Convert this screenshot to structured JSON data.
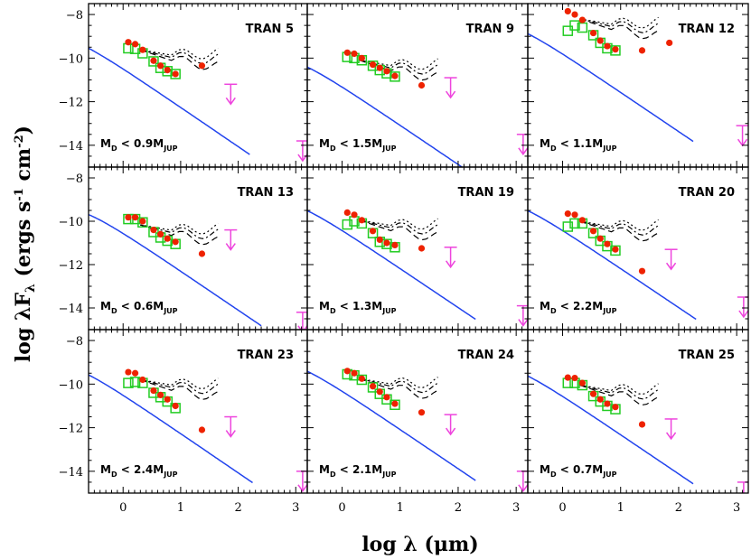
{
  "figure": {
    "xlabel": "log λ (μm)",
    "ylabel": "log λF",
    "ylabel_sub": "λ",
    "ylabel_units": "(ergs s",
    "ylabel_exp1": "-1",
    "ylabel_units2": "cm",
    "ylabel_exp2": "-2",
    "ylabel_close": ")"
  },
  "chart_data": {
    "type": "scatter",
    "layout": "3x3 grid",
    "xlim": [
      -0.6,
      3.2
    ],
    "ylim": [
      -15.0,
      -7.5
    ],
    "xticks": [
      0,
      1,
      2,
      3
    ],
    "xtick_labels": [
      "0",
      "1",
      "2",
      "3"
    ],
    "yticks": [
      -8,
      -10,
      -12,
      -14
    ],
    "ytick_labels": [
      "−8",
      "−10",
      "−12",
      "−14"
    ],
    "colors": {
      "photometry": "#ee2200",
      "observed_squares": "#22cc22",
      "photosphere_model": "#2244ee",
      "upper_limits": "#ee44dd",
      "disk_models": "#000000"
    },
    "panels": [
      {
        "title": "TRAN 5",
        "mass_prefix": "M",
        "mass_sub": "D",
        "mass_text": " < 0.9M",
        "mass_unit_sub": "JUP",
        "col": 0,
        "row": 0,
        "x_offset": -0.4,
        "y_offset": 0.0,
        "points": [
          [
            0.09,
            -9.27
          ],
          [
            0.21,
            -9.36
          ],
          [
            0.34,
            -9.62
          ],
          [
            0.53,
            -10.12
          ],
          [
            0.65,
            -10.35
          ],
          [
            0.77,
            -10.55
          ],
          [
            0.91,
            -10.73
          ],
          [
            1.37,
            -10.35
          ]
        ],
        "squares": [
          [
            0.09,
            -9.55
          ],
          [
            0.21,
            -9.58
          ],
          [
            0.34,
            -9.78
          ],
          [
            0.53,
            -10.15
          ],
          [
            0.65,
            -10.45
          ],
          [
            0.77,
            -10.6
          ],
          [
            0.91,
            -10.73
          ]
        ],
        "limits": [
          [
            1.87,
            -11.2
          ],
          [
            3.12,
            -13.8
          ]
        ]
      },
      {
        "title": "TRAN 9",
        "mass_prefix": "M",
        "mass_sub": "D",
        "mass_text": " < 1.5M",
        "mass_unit_sub": "JUP",
        "col": 1,
        "row": 0,
        "x_offset": -0.3,
        "y_offset": -1.0,
        "points": [
          [
            0.09,
            -9.75
          ],
          [
            0.21,
            -9.8
          ],
          [
            0.34,
            -10.0
          ],
          [
            0.53,
            -10.3
          ],
          [
            0.65,
            -10.45
          ],
          [
            0.77,
            -10.6
          ],
          [
            0.91,
            -10.82
          ],
          [
            1.37,
            -11.25
          ]
        ],
        "squares": [
          [
            0.09,
            -9.95
          ],
          [
            0.21,
            -10.0
          ],
          [
            0.34,
            -10.1
          ],
          [
            0.53,
            -10.35
          ],
          [
            0.65,
            -10.55
          ],
          [
            0.77,
            -10.7
          ],
          [
            0.91,
            -10.85
          ]
        ],
        "limits": [
          [
            1.87,
            -10.9
          ],
          [
            3.12,
            -13.5
          ]
        ]
      },
      {
        "title": "TRAN 12",
        "mass_prefix": "M",
        "mass_sub": "D",
        "mass_text": " < 1.1M",
        "mass_unit_sub": "JUP",
        "col": 2,
        "row": 0,
        "x_offset": -0.35,
        "y_offset": 0.6,
        "points": [
          [
            0.09,
            -7.85
          ],
          [
            0.21,
            -8.0
          ],
          [
            0.34,
            -8.25
          ],
          [
            0.53,
            -8.85
          ],
          [
            0.65,
            -9.2
          ],
          [
            0.77,
            -9.45
          ],
          [
            0.91,
            -9.6
          ],
          [
            1.37,
            -9.65
          ],
          [
            1.84,
            -9.3
          ]
        ],
        "squares": [
          [
            0.09,
            -8.75
          ],
          [
            0.21,
            -8.5
          ],
          [
            0.34,
            -8.6
          ],
          [
            0.53,
            -8.95
          ],
          [
            0.65,
            -9.3
          ],
          [
            0.77,
            -9.55
          ],
          [
            0.91,
            -9.65
          ]
        ],
        "limits": [
          [
            3.1,
            -13.1
          ]
        ]
      },
      {
        "title": "TRAN 13",
        "mass_prefix": "M",
        "mass_sub": "D",
        "mass_text": " < 0.6M",
        "mass_unit_sub": "JUP",
        "col": 0,
        "row": 1,
        "x_offset": -0.2,
        "y_offset": -0.4,
        "points": [
          [
            0.09,
            -9.82
          ],
          [
            0.21,
            -9.82
          ],
          [
            0.34,
            -10.0
          ],
          [
            0.53,
            -10.4
          ],
          [
            0.65,
            -10.6
          ],
          [
            0.77,
            -10.8
          ],
          [
            0.91,
            -10.95
          ],
          [
            1.37,
            -11.5
          ]
        ],
        "squares": [
          [
            0.09,
            -9.9
          ],
          [
            0.21,
            -9.9
          ],
          [
            0.34,
            -10.05
          ],
          [
            0.53,
            -10.5
          ],
          [
            0.65,
            -10.75
          ],
          [
            0.77,
            -10.9
          ],
          [
            0.91,
            -11.05
          ]
        ],
        "limits": [
          [
            1.87,
            -10.4
          ],
          [
            3.12,
            -14.2
          ]
        ]
      },
      {
        "title": "TRAN 19",
        "mass_prefix": "M",
        "mass_sub": "D",
        "mass_text": " < 1.3M",
        "mass_unit_sub": "JUP",
        "col": 1,
        "row": 1,
        "x_offset": -0.3,
        "y_offset": -0.1,
        "points": [
          [
            0.09,
            -9.6
          ],
          [
            0.21,
            -9.7
          ],
          [
            0.34,
            -9.95
          ],
          [
            0.53,
            -10.45
          ],
          [
            0.65,
            -10.85
          ],
          [
            0.77,
            -11.0
          ],
          [
            0.91,
            -11.1
          ],
          [
            1.37,
            -11.25
          ]
        ],
        "squares": [
          [
            0.09,
            -10.15
          ],
          [
            0.21,
            -10.0
          ],
          [
            0.34,
            -10.1
          ],
          [
            0.53,
            -10.55
          ],
          [
            0.65,
            -10.95
          ],
          [
            0.77,
            -11.05
          ],
          [
            0.91,
            -11.2
          ]
        ],
        "limits": [
          [
            1.87,
            -11.2
          ],
          [
            3.12,
            -13.9
          ]
        ]
      },
      {
        "title": "TRAN 20",
        "mass_prefix": "M",
        "mass_sub": "D",
        "mass_text": " < 2.2M",
        "mass_unit_sub": "JUP",
        "col": 2,
        "row": 1,
        "x_offset": -0.3,
        "y_offset": -0.1,
        "points": [
          [
            0.09,
            -9.65
          ],
          [
            0.21,
            -9.7
          ],
          [
            0.34,
            -9.95
          ],
          [
            0.53,
            -10.45
          ],
          [
            0.65,
            -10.8
          ],
          [
            0.77,
            -11.05
          ],
          [
            0.91,
            -11.3
          ],
          [
            1.37,
            -12.3
          ]
        ],
        "squares": [
          [
            0.09,
            -10.25
          ],
          [
            0.21,
            -10.1
          ],
          [
            0.34,
            -10.1
          ],
          [
            0.53,
            -10.55
          ],
          [
            0.65,
            -10.9
          ],
          [
            0.77,
            -11.15
          ],
          [
            0.91,
            -11.35
          ]
        ],
        "limits": [
          [
            1.87,
            -11.3
          ],
          [
            3.12,
            -13.5
          ]
        ]
      },
      {
        "title": "TRAN 23",
        "mass_prefix": "M",
        "mass_sub": "D",
        "mass_text": " < 2.4M",
        "mass_unit_sub": "JUP",
        "col": 0,
        "row": 2,
        "x_offset": -0.35,
        "y_offset": -0.1,
        "points": [
          [
            0.09,
            -9.45
          ],
          [
            0.21,
            -9.5
          ],
          [
            0.34,
            -9.8
          ],
          [
            0.53,
            -10.3
          ],
          [
            0.65,
            -10.5
          ],
          [
            0.77,
            -10.7
          ],
          [
            0.91,
            -11.0
          ],
          [
            1.37,
            -12.1
          ]
        ],
        "squares": [
          [
            0.09,
            -9.95
          ],
          [
            0.21,
            -9.9
          ],
          [
            0.34,
            -9.95
          ],
          [
            0.53,
            -10.4
          ],
          [
            0.65,
            -10.6
          ],
          [
            0.77,
            -10.8
          ],
          [
            0.91,
            -11.1
          ]
        ],
        "limits": [
          [
            1.87,
            -11.5
          ],
          [
            3.12,
            -14.0
          ]
        ]
      },
      {
        "title": "TRAN 24",
        "mass_prefix": "M",
        "mass_sub": "D",
        "mass_text": " < 2.1M",
        "mass_unit_sub": "JUP",
        "col": 1,
        "row": 2,
        "x_offset": -0.3,
        "y_offset": 0.0,
        "points": [
          [
            0.09,
            -9.4
          ],
          [
            0.21,
            -9.5
          ],
          [
            0.34,
            -9.75
          ],
          [
            0.53,
            -10.1
          ],
          [
            0.65,
            -10.35
          ],
          [
            0.77,
            -10.6
          ],
          [
            0.91,
            -10.9
          ],
          [
            1.37,
            -11.3
          ]
        ],
        "squares": [
          [
            0.09,
            -9.55
          ],
          [
            0.21,
            -9.6
          ],
          [
            0.34,
            -9.8
          ],
          [
            0.53,
            -10.15
          ],
          [
            0.65,
            -10.45
          ],
          [
            0.77,
            -10.7
          ],
          [
            0.91,
            -10.95
          ]
        ],
        "limits": [
          [
            1.87,
            -11.4
          ],
          [
            3.12,
            -14.0
          ]
        ]
      },
      {
        "title": "TRAN 25",
        "mass_prefix": "M",
        "mass_sub": "D",
        "mass_text": " < 0.7M",
        "mass_unit_sub": "JUP",
        "col": 2,
        "row": 2,
        "x_offset": -0.35,
        "y_offset": -0.15,
        "points": [
          [
            0.09,
            -9.7
          ],
          [
            0.21,
            -9.72
          ],
          [
            0.34,
            -9.95
          ],
          [
            0.53,
            -10.45
          ],
          [
            0.65,
            -10.7
          ],
          [
            0.77,
            -10.9
          ],
          [
            0.91,
            -11.05
          ],
          [
            1.37,
            -11.85
          ]
        ],
        "squares": [
          [
            0.09,
            -9.95
          ],
          [
            0.21,
            -9.95
          ],
          [
            0.34,
            -10.05
          ],
          [
            0.53,
            -10.55
          ],
          [
            0.65,
            -10.8
          ],
          [
            0.77,
            -11.0
          ],
          [
            0.91,
            -11.15
          ]
        ],
        "limits": [
          [
            1.87,
            -11.6
          ],
          [
            3.12,
            -14.5
          ]
        ]
      }
    ]
  }
}
